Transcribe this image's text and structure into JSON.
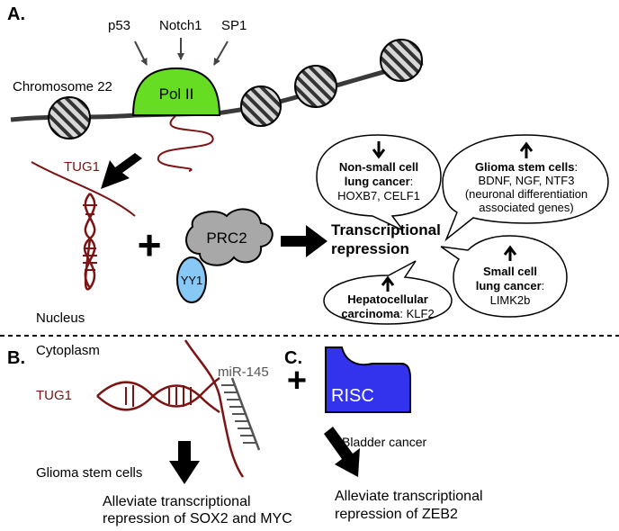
{
  "panels": {
    "a": "A.",
    "b": "B.",
    "c": "C."
  },
  "panel_a": {
    "regulators": [
      "p53",
      "Notch1",
      "SP1"
    ],
    "chromosome": "Chromosome 22",
    "pol2": "Pol II",
    "tug1": "TUG1",
    "plus": "+",
    "prc2": "PRC2",
    "yy1": "YY1",
    "nucleus": "Nucleus",
    "result_line1": "Transcriptional",
    "result_line2": "repression",
    "bubbles": {
      "nsclc": {
        "arrow": "down",
        "bold1": "Non-small cell",
        "bold2": "lung cancer",
        "rest2": ":",
        "line3": "HOXB7, CELF1"
      },
      "glioma": {
        "arrow": "up",
        "bold1": "Glioma stem cells",
        "rest1": ":",
        "line2": "BDNF, NGF, NTF3",
        "line3": "(neuronal differentiation",
        "line4": "associated genes)"
      },
      "hcc": {
        "arrow": "up",
        "bold1": "Hepatocellular",
        "bold2": "carcinoma",
        "rest2": ": KLF2"
      },
      "sclc": {
        "arrow": "up",
        "bold1": "Small cell",
        "bold2": "lung cancer",
        "rest2": ":",
        "line3": "LIMK2b"
      }
    }
  },
  "panel_b": {
    "cytoplasm": "Cytoplasm",
    "tug1": "TUG1",
    "mir": "miR-145",
    "plus": "+",
    "cell": "Glioma stem cells",
    "outcome1": "Alleviate transcriptional",
    "outcome2": "repression of SOX2 and MYC"
  },
  "panel_c": {
    "risc": "RISC",
    "cell": "Bladder cancer",
    "outcome1": "Alleviate transcriptional",
    "outcome2": "repression of ZEB2"
  },
  "colors": {
    "rna": "#7b1414",
    "pol2": "#66dd22",
    "risc": "#3333ee",
    "prc2": "#a8a8a8",
    "yy1": "#88c8f4",
    "mir": "#555555"
  }
}
